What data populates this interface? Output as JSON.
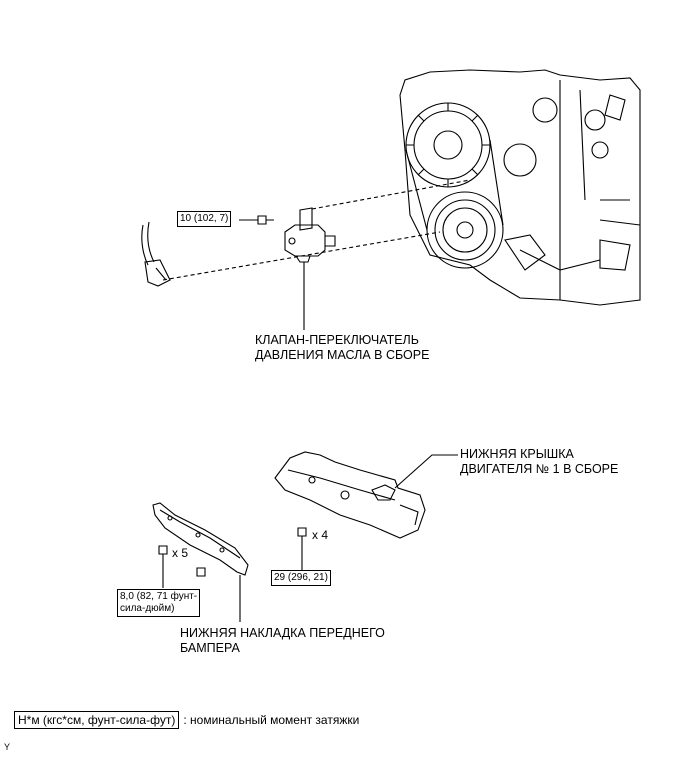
{
  "labels": {
    "valve": [
      "КЛАПАН-ПЕРЕКЛЮЧАТЕЛЬ",
      "ДАВЛЕНИЯ МАСЛА В СБОРЕ"
    ],
    "cover": [
      "НИЖНЯЯ КРЫШКА",
      "ДВИГАТЕЛЯ № 1 В СБОРЕ"
    ],
    "bumper": [
      "НИЖНЯЯ НАКЛАДКА ПЕРЕДНЕГО",
      "БАМПЕРА"
    ]
  },
  "torque": {
    "valve": "10 (102, 7)",
    "cover": "29 (296, 21)",
    "bumper": [
      "8,0 (82, 71 фунт-",
      "сила-дюйм)"
    ]
  },
  "quantities": {
    "cover": "x 4",
    "bumper": "x 5"
  },
  "legend": {
    "box": "Н*м (кгс*см, фунт-сила-фут)",
    "text": ": номинальный момент затяжки"
  },
  "figure_code": "Y"
}
